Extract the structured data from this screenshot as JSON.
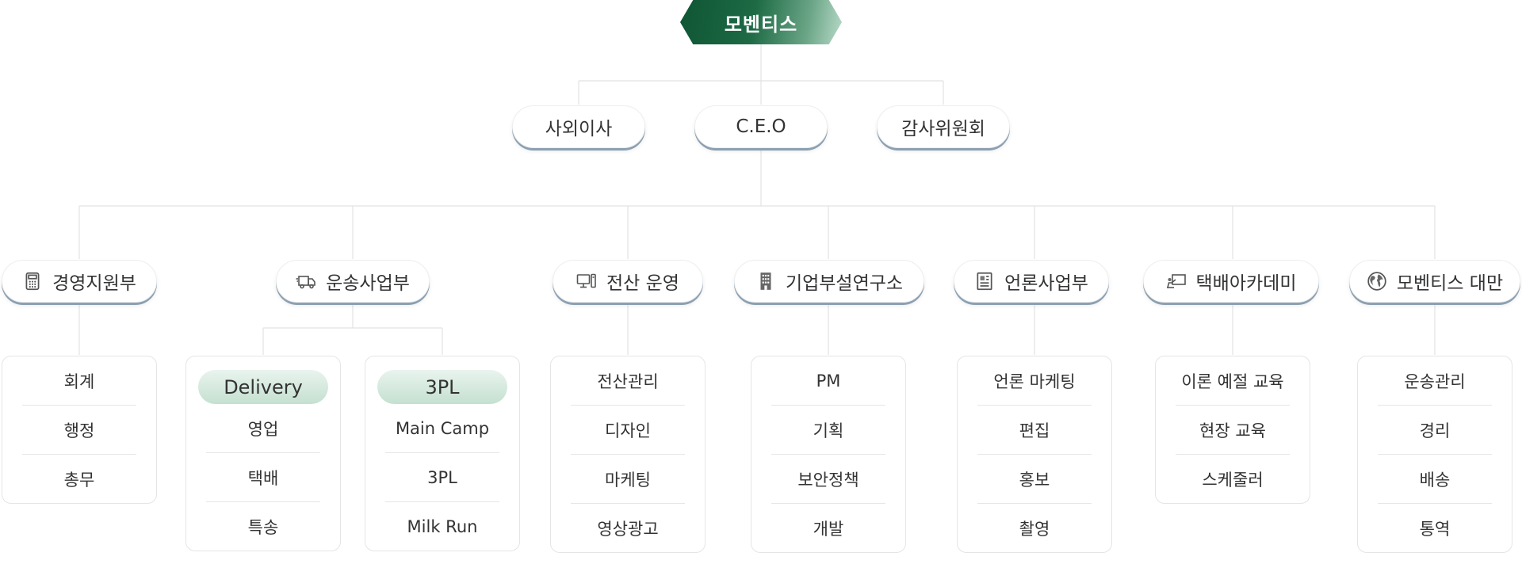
{
  "org": "모벤티스",
  "executives": [
    "사외이사",
    "C.E.O",
    "감사위원회"
  ],
  "departments": [
    {
      "name": "경영지원부",
      "icon": "calculator-icon",
      "units": [
        [
          "회계",
          "행정",
          "총무"
        ]
      ]
    },
    {
      "name": "운송사업부",
      "icon": "truck-icon",
      "units": [
        {
          "tag": "Delivery",
          "items": [
            "영업",
            "택배",
            "특송"
          ]
        },
        {
          "tag": "3PL",
          "items": [
            "Main Camp",
            "3PL",
            "Milk Run"
          ]
        }
      ]
    },
    {
      "name": "전산 운영",
      "icon": "computer-icon",
      "units": [
        [
          "전산관리",
          "디자인",
          "마케팅",
          "영상광고"
        ]
      ]
    },
    {
      "name": "기업부설연구소",
      "icon": "building-icon",
      "units": [
        [
          "PM",
          "기획",
          "보안정책",
          "개발"
        ]
      ]
    },
    {
      "name": "언론사업부",
      "icon": "newspaper-icon",
      "units": [
        [
          "언론 마케팅",
          "편집",
          "홍보",
          "촬영"
        ]
      ]
    },
    {
      "name": "택배아카데미",
      "icon": "presentation-icon",
      "units": [
        [
          "이론 예절 교육",
          "현장 교육",
          "스케줄러"
        ]
      ]
    },
    {
      "name": "모벤티스 대만",
      "icon": "globe-icon",
      "units": [
        [
          "운송관리",
          "경리",
          "배송",
          "통역"
        ]
      ]
    }
  ],
  "colors": {
    "brand_dark": "#0f5534",
    "brand_light": "#b9dac9",
    "pill_shadow": "#8ba0b2",
    "line": "#e2e2e2"
  }
}
